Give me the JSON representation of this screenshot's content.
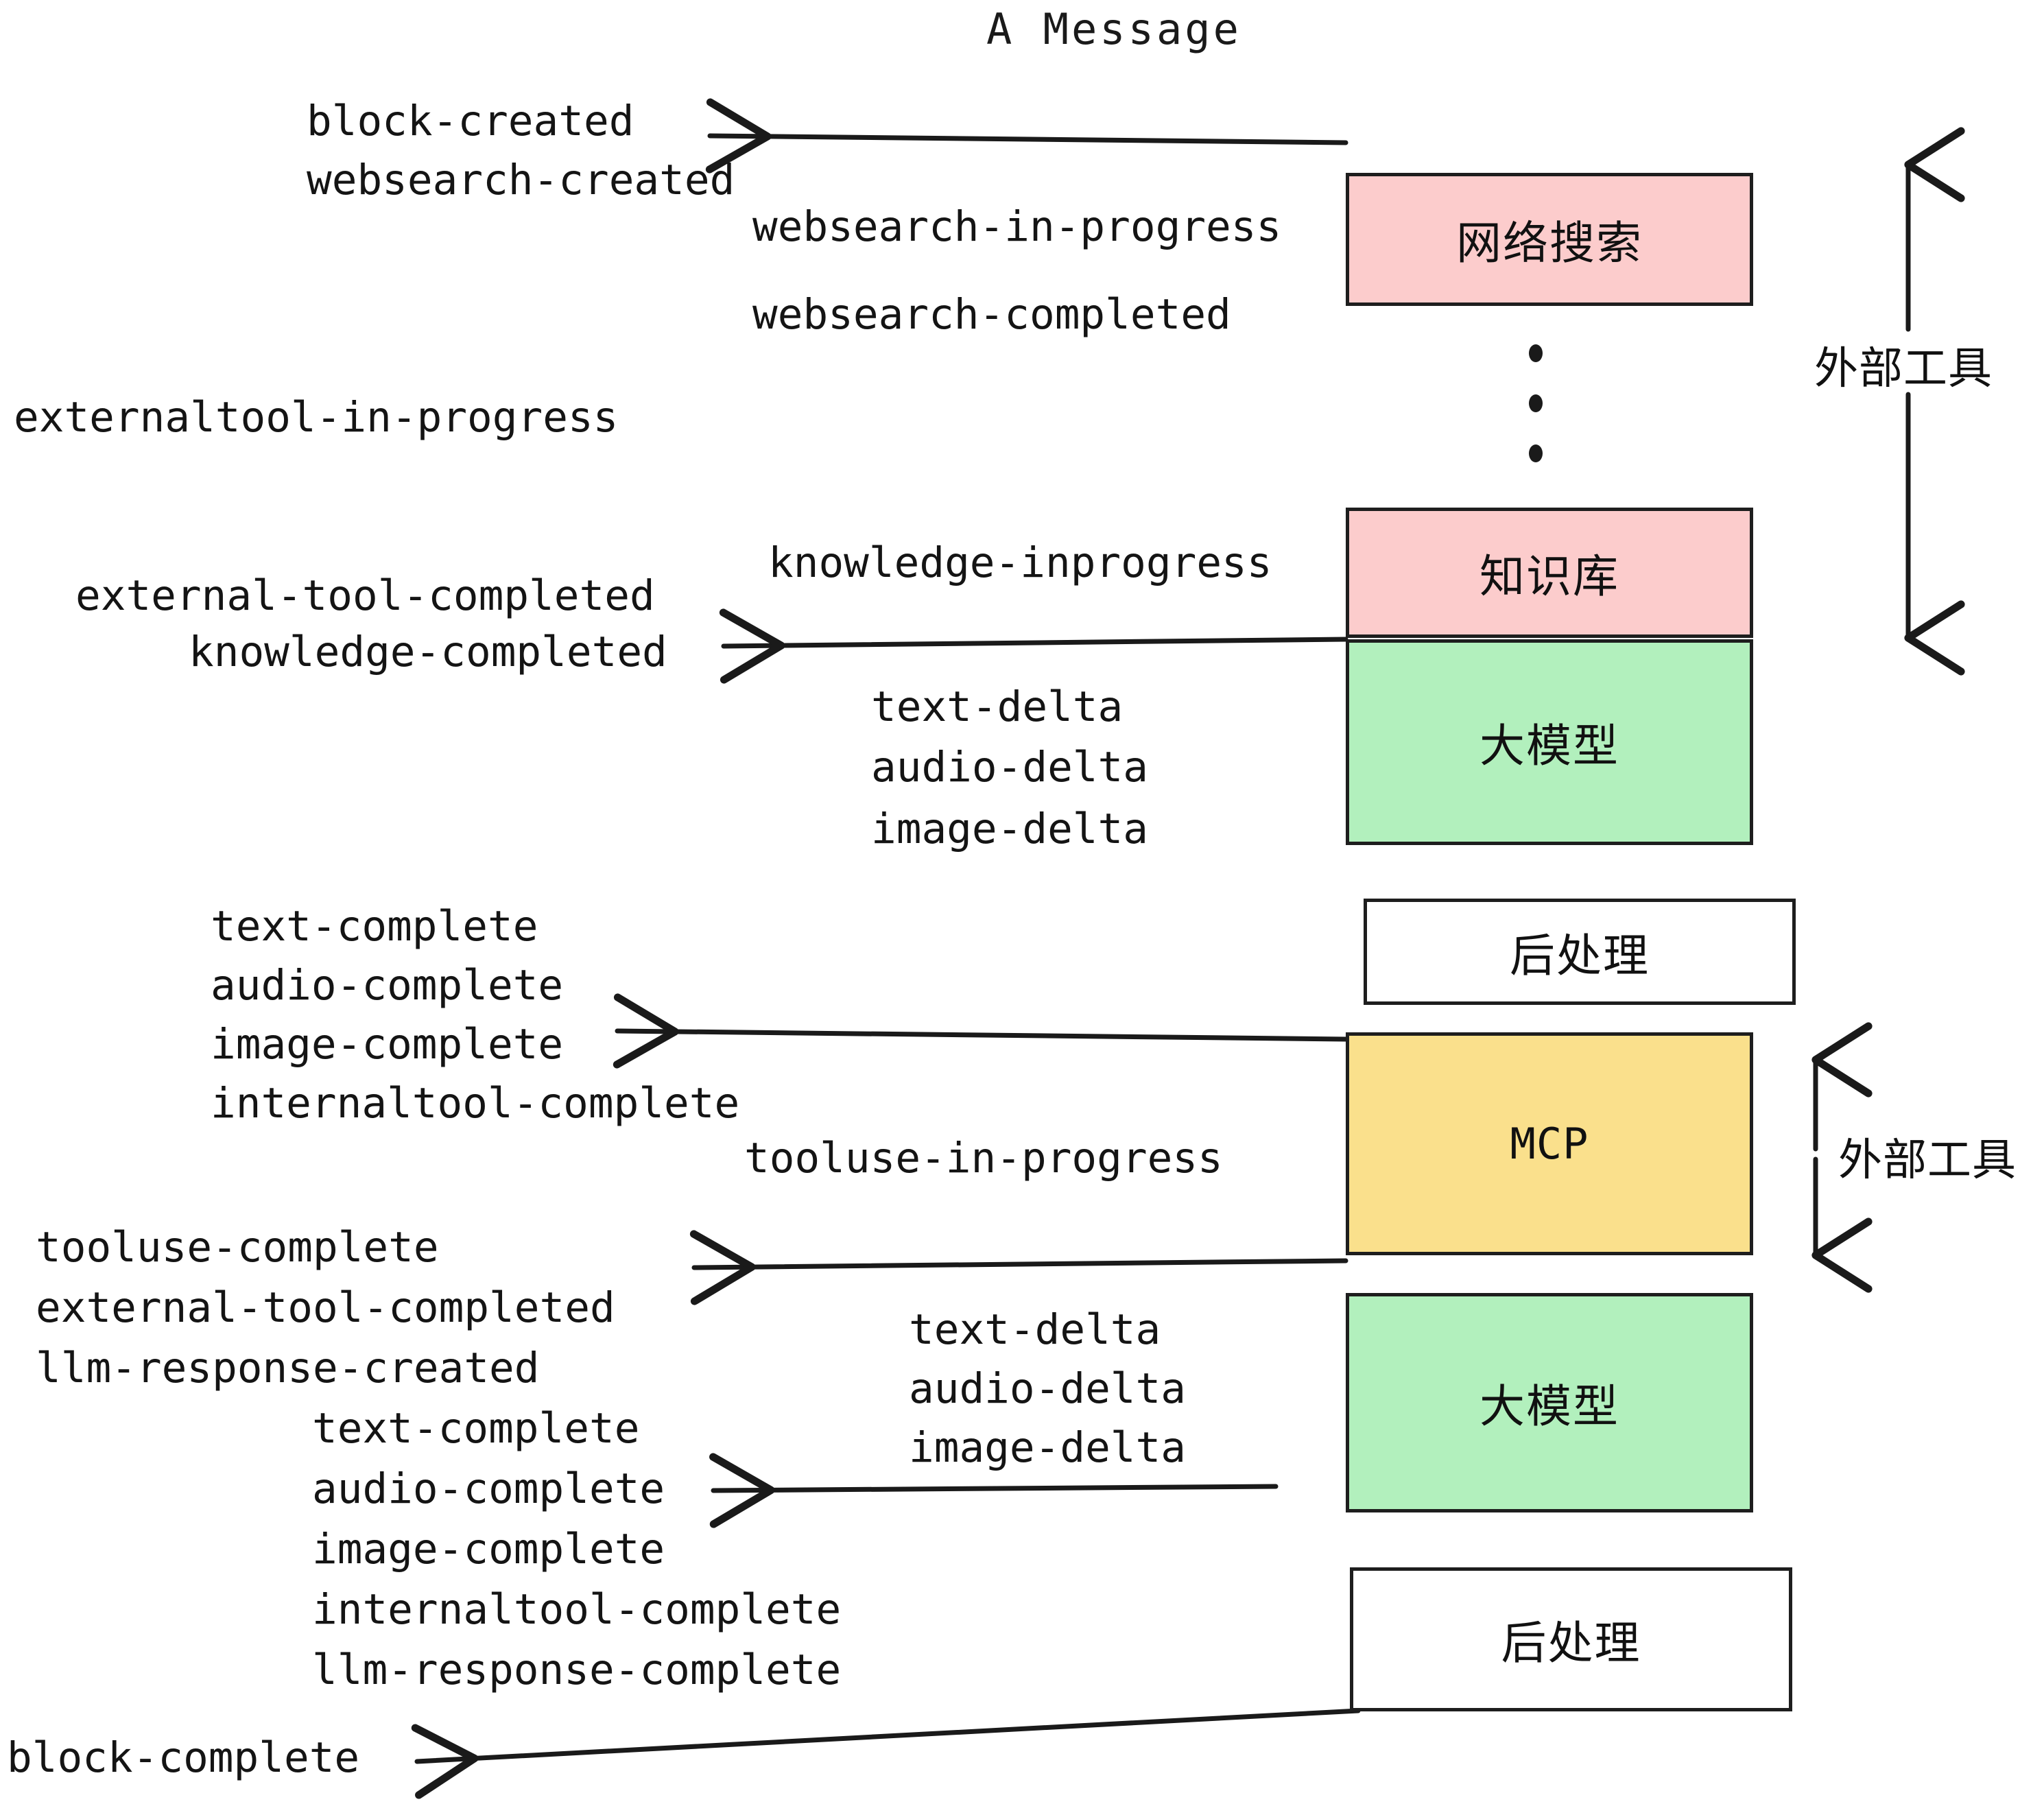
{
  "title": "A Message",
  "boxes": [
    {
      "id": "websearch",
      "label": "网络搜索",
      "color": "#fccccc",
      "border": "#1e1e1e"
    },
    {
      "id": "knowledge",
      "label": "知识库",
      "color": "#fccccc",
      "border": "#1e1e1e"
    },
    {
      "id": "llm-top",
      "label": "大模型",
      "color": "#b2f0bd",
      "border": "#1e1e1e"
    },
    {
      "id": "postprocess-top",
      "label": "后处理",
      "color": "#ffffff",
      "border": "#1e1e1e"
    },
    {
      "id": "mcp",
      "label": "MCP",
      "color": "#fae08c",
      "border": "#1e1e1e"
    },
    {
      "id": "llm-bottom",
      "label": "大模型",
      "color": "#b2f0bd",
      "border": "#1e1e1e"
    },
    {
      "id": "postprocess-bottom",
      "label": "后处理",
      "color": "#ffffff",
      "border": "#1e1e1e"
    }
  ],
  "side_labels": [
    {
      "id": "external-tools-top",
      "label": "外部工具"
    },
    {
      "id": "external-tools-bottom",
      "label": "外部工具"
    }
  ],
  "events": [
    {
      "id": "block-created",
      "text": "block-created"
    },
    {
      "id": "websearch-created",
      "text": "websearch-created"
    },
    {
      "id": "websearch-in-progress",
      "text": "websearch-in-progress"
    },
    {
      "id": "websearch-completed",
      "text": "websearch-completed"
    },
    {
      "id": "externaltool-in-progress",
      "text": "externaltool-in-progress"
    },
    {
      "id": "knowledge-inprogress",
      "text": "knowledge-inprogress"
    },
    {
      "id": "external-tool-completed-1",
      "text": "external-tool-completed"
    },
    {
      "id": "knowledge-completed",
      "text": "knowledge-completed"
    },
    {
      "id": "text-delta-1",
      "text": "text-delta"
    },
    {
      "id": "audio-delta-1",
      "text": "audio-delta"
    },
    {
      "id": "image-delta-1",
      "text": "image-delta"
    },
    {
      "id": "text-complete-1",
      "text": "text-complete"
    },
    {
      "id": "audio-complete-1",
      "text": "audio-complete"
    },
    {
      "id": "image-complete-1",
      "text": "image-complete"
    },
    {
      "id": "internaltool-complete-1",
      "text": "internaltool-complete"
    },
    {
      "id": "tooluse-in-progress",
      "text": "tooluse-in-progress"
    },
    {
      "id": "tooluse-complete",
      "text": "tooluse-complete"
    },
    {
      "id": "external-tool-completed-2",
      "text": "external-tool-completed"
    },
    {
      "id": "llm-response-created",
      "text": "llm-response-created"
    },
    {
      "id": "text-delta-2",
      "text": "text-delta"
    },
    {
      "id": "audio-delta-2",
      "text": "audio-delta"
    },
    {
      "id": "image-delta-2",
      "text": "image-delta"
    },
    {
      "id": "text-complete-2",
      "text": "text-complete"
    },
    {
      "id": "audio-complete-2",
      "text": "audio-complete"
    },
    {
      "id": "image-complete-2",
      "text": "image-complete"
    },
    {
      "id": "internaltool-complete-2",
      "text": "internaltool-complete"
    },
    {
      "id": "llm-response-complete",
      "text": "llm-response-complete"
    },
    {
      "id": "block-complete",
      "text": "block-complete"
    }
  ],
  "colors": {
    "pink": "#fccccc",
    "green": "#b2f0bd",
    "yellow": "#fae08c",
    "white": "#ffffff",
    "stroke": "#1e1e1e",
    "text": "#141414",
    "background": "#ffffff"
  }
}
